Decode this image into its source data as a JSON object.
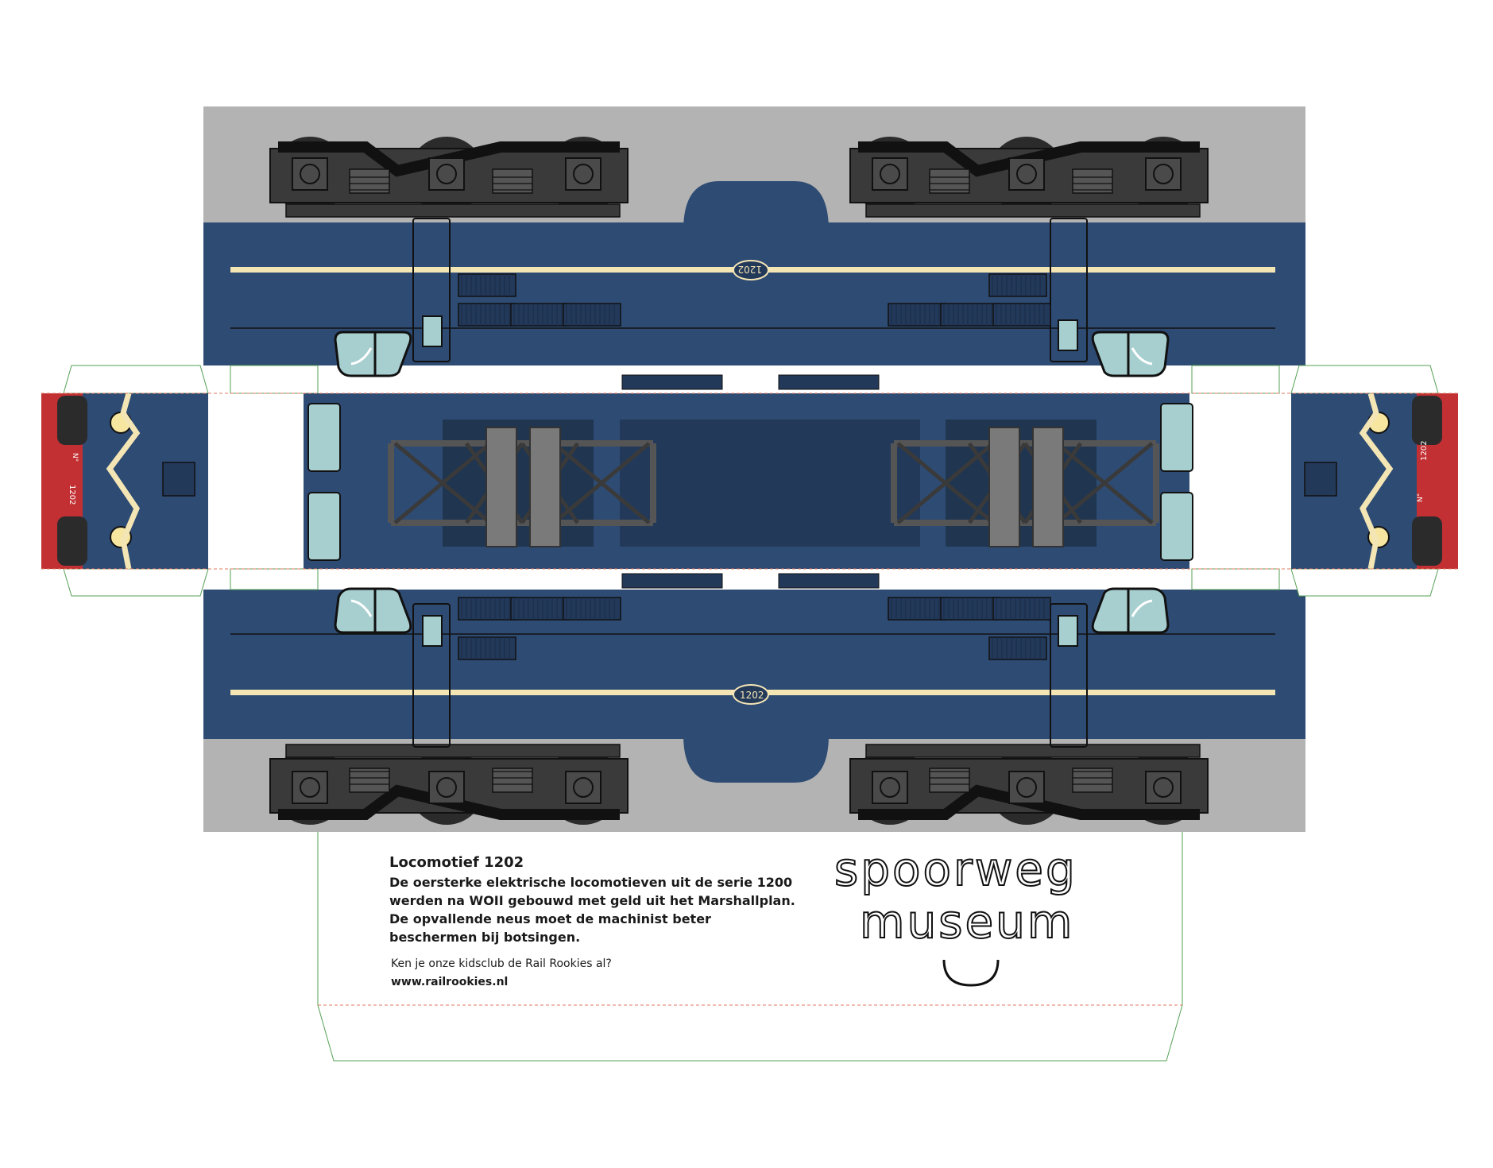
{
  "locomotive": {
    "number": "1202",
    "number_plate_prefix": "N°",
    "title": "Locomotief 1202",
    "description": "De oersterke elektrische locomotieven uit de serie 1200 werden na WOII gebouwd met geld uit het Marshallplan. De opvallende neus moet de machinist beter beschermen bij botsingen."
  },
  "club": {
    "question": "Ken je onze kidsclub de Rail Rookies al?",
    "url": "www.railrookies.nl"
  },
  "logo": {
    "line1": "spoorweg",
    "line2": "museum"
  },
  "colors": {
    "body_blue": "#2e4b73",
    "cream_stripe": "#f4e5b5",
    "front_red": "#c23033",
    "bogie_dark": "#2b2b2b",
    "roof_grey": "#b3b3b3",
    "glass": "#a7cfd0"
  }
}
